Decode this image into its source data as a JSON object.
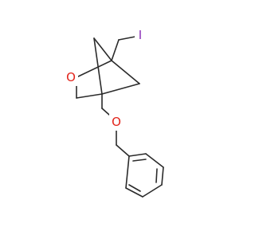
{
  "molecule": {
    "atoms": {
      "iodine": {
        "symbol": "I",
        "color": "#8B2FB8"
      },
      "ring_oxygen": {
        "symbol": "O",
        "color": "#E2231A"
      },
      "ether_oxygen": {
        "symbol": "O",
        "color": "#E2231A"
      }
    },
    "bond_color": "#2B2B2B"
  }
}
